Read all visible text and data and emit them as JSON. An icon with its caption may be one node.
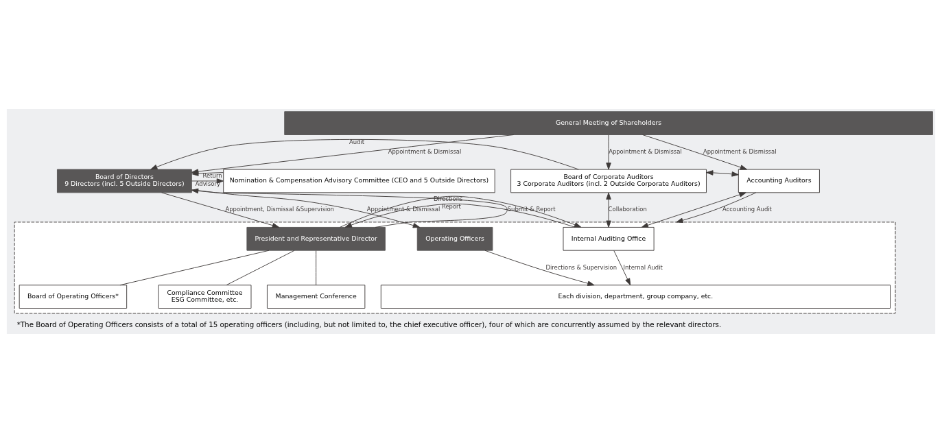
{
  "diagram": {
    "caption": "*The Board of Operating Officers consists of a total of 15 operating officers (including, but not limited to, the chief executive officer), four of which are concurrently assumed by the relevant directors.",
    "nodes": [
      {
        "text": [
          "General Meeting of Shareholders"
        ]
      },
      {
        "text": [
          "Nomination & Compensation Advisory Committee (CEO and 5 Outside Directors)"
        ]
      },
      {
        "text": [
          "Board of Directors",
          "9 Directors (incl. 5 Outside Directors)"
        ]
      },
      {
        "text": [
          "Board of Corporate Auditors",
          "3 Corporate Auditors (incl. 2 Outside Corporate Auditors)"
        ]
      },
      {
        "text": [
          "Accounting Auditors"
        ]
      },
      {
        "text": [],
        "shape": "box"
      },
      {
        "text": [
          "Operating Officers"
        ],
        "in": 5
      },
      {
        "text": [
          "President and Representative Director"
        ],
        "in": 5
      },
      {
        "text": [
          "Internal Auditing Office"
        ],
        "in": 5
      },
      {
        "text": [
          "Management Conference"
        ],
        "in": 5
      },
      {
        "text": [
          "Board of Operating Officers*"
        ],
        "in": 5
      },
      {
        "text": [
          "Compliance Committee",
          "ESG Committee, etc."
        ],
        "in": 5
      },
      {
        "text": [
          "Each division, department, group company, etc."
        ],
        "in": 5
      }
    ],
    "edges": [
      {
        "from": 0,
        "to": 2,
        "arrow": "to",
        "label": "Appointment & Dismissal"
      },
      {
        "from": 0,
        "to": 3,
        "arrow": "to",
        "label": "Appointment & Dismissal"
      },
      {
        "from": 0,
        "to": 4,
        "arrow": "to",
        "label": "Appointment & Dismissal"
      },
      {
        "from": 2,
        "to": 1,
        "arrow": "to",
        "label": "Advisory"
      },
      {
        "from": 1,
        "to": 2,
        "arrow": "to",
        "label": "Return"
      },
      {
        "from": 3,
        "to": 2,
        "arrow": "to",
        "label": "Audit"
      },
      {
        "from": 3,
        "to": 4,
        "arrow": "both"
      },
      {
        "from": 2,
        "to": 6,
        "arrow": "to",
        "label": "Appointment & Dismissal"
      },
      {
        "from": 2,
        "to": 7,
        "arrow": "to",
        "label": "Appointment, Dismissal &Supervision"
      },
      {
        "from": 7,
        "to": 2,
        "arrow": "to",
        "label": "Submit & Report"
      },
      {
        "from": 3,
        "to": 8,
        "arrow": "both",
        "label": "Collaboration"
      },
      {
        "from": 4,
        "to": 8,
        "arrow": "both"
      },
      {
        "from": 4,
        "to": 5,
        "arrow": "to",
        "label": "Accounting Audit"
      },
      {
        "from": 8,
        "to": 7,
        "arrow": "to",
        "label": "Report"
      },
      {
        "from": 7,
        "to": 8,
        "arrow": "to",
        "label": "Directions"
      },
      {
        "from": 7,
        "to": 9,
        "arrow": "none"
      },
      {
        "from": 7,
        "to": 10,
        "arrow": "none"
      },
      {
        "from": 7,
        "to": 11,
        "arrow": "none"
      },
      {
        "from": 6,
        "to": 12,
        "arrow": "to",
        "label": "Directions & Supervision"
      },
      {
        "from": 8,
        "to": 12,
        "arrow": "to",
        "label": "Internal Audit"
      }
    ]
  }
}
